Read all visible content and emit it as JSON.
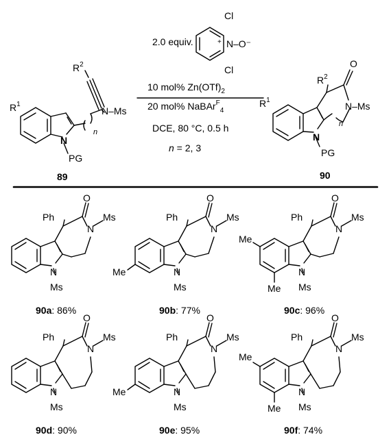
{
  "reaction": {
    "reagent_equiv": "2.0 equiv.",
    "oxide_cl_top": "Cl",
    "oxide_cl_bottom": "Cl",
    "oxide_plus": "+",
    "oxide_n": "N",
    "oxide_minus": "–O⁻",
    "catalyst_amount": "10 mol%",
    "catalyst": "Zn(OTf)",
    "catalyst_sub": "2",
    "additive_amount": "20 mol%",
    "additive": "NaBAr",
    "additive_sup": "F",
    "additive_sub": "4",
    "conditions": "DCE, 80 °C, 0.5 h",
    "n_var": "n",
    "n_values": " = 2, 3"
  },
  "substrate": {
    "id": "89",
    "r1": "R",
    "r1_sup": "1",
    "r2": "R",
    "r2_sup": "2",
    "nms": "N–Ms",
    "n_ring": "N",
    "pg": "PG",
    "chain": ")",
    "chain_n": "n"
  },
  "product": {
    "id": "90",
    "r1": "R",
    "r1_sup": "1",
    "r2": "R",
    "r2_sup": "2",
    "oxygen": "O",
    "nms": "N–Ms",
    "n_ring": "N",
    "pg": "PG",
    "chain_n": "n"
  },
  "products": [
    {
      "id": "90a",
      "yield": ": 86%",
      "ph": "Ph",
      "o": "O",
      "n_amide": "N",
      "ms_amide": "Ms",
      "n_ind": "N",
      "ms_ind": "Ms"
    },
    {
      "id": "90b",
      "yield": ": 77%",
      "ph": "Ph",
      "o": "O",
      "n_amide": "N",
      "ms_amide": "Ms",
      "n_ind": "N",
      "ms_ind": "Ms",
      "me1": "Me"
    },
    {
      "id": "90c",
      "yield": ": 96%",
      "ph": "Ph",
      "o": "O",
      "n_amide": "N",
      "ms_amide": "Ms",
      "n_ind": "N",
      "ms_ind": "Ms",
      "me1": "Me",
      "me2": "Me"
    },
    {
      "id": "90d",
      "yield": ": 90%",
      "ph": "Ph",
      "o": "O",
      "n_amide": "N",
      "ms_amide": "Ms",
      "n_ind": "N",
      "ms_ind": "Ms"
    },
    {
      "id": "90e",
      "yield": ": 95%",
      "ph": "Ph",
      "o": "O",
      "n_amide": "N",
      "ms_amide": "Ms",
      "n_ind": "N",
      "ms_ind": "Ms",
      "me1": "Me"
    },
    {
      "id": "90f",
      "yield": ": 74%",
      "ph": "Ph",
      "o": "O",
      "n_amide": "N",
      "ms_amide": "Ms",
      "n_ind": "N",
      "ms_ind": "Ms",
      "me1": "Me",
      "me2": "Me"
    }
  ]
}
